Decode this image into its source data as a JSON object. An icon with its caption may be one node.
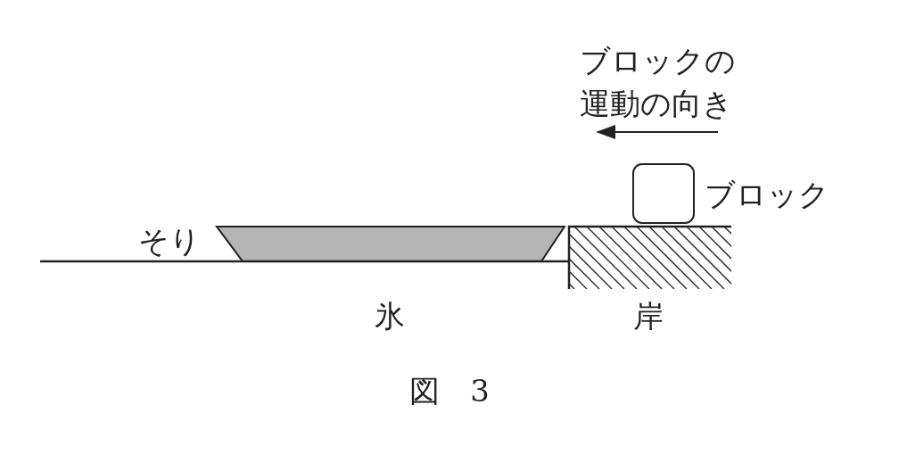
{
  "diagram": {
    "caption": "図　3",
    "labels": [
      "ブロックの運動の向き",
      "ブロック",
      "そり",
      "氷",
      "岸"
    ]
  }
}
